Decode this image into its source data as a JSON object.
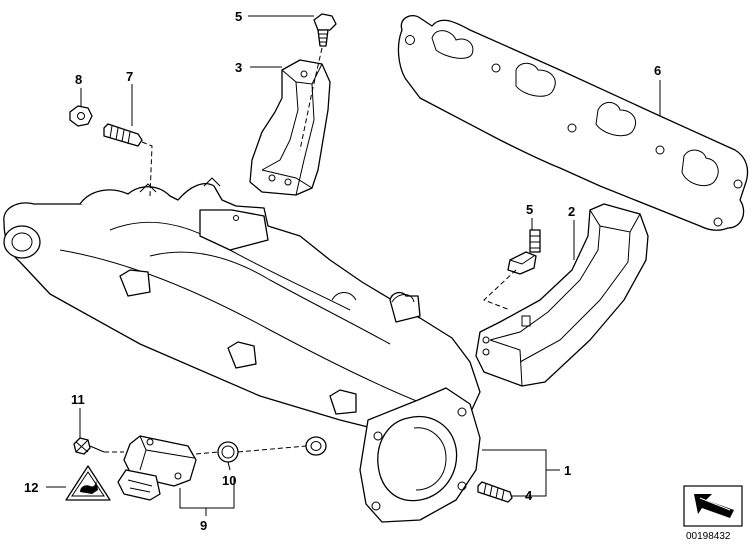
{
  "diagram": {
    "callouts": [
      {
        "id": "c1",
        "text": "1"
      },
      {
        "id": "c2",
        "text": "2"
      },
      {
        "id": "c3",
        "text": "3"
      },
      {
        "id": "c4",
        "text": "4"
      },
      {
        "id": "c5a",
        "text": "5"
      },
      {
        "id": "c5b",
        "text": "5"
      },
      {
        "id": "c6",
        "text": "6"
      },
      {
        "id": "c7",
        "text": "7"
      },
      {
        "id": "c8",
        "text": "8"
      },
      {
        "id": "c9",
        "text": "9"
      },
      {
        "id": "c10",
        "text": "10"
      },
      {
        "id": "c11",
        "text": "11"
      },
      {
        "id": "c12",
        "text": "12"
      }
    ],
    "document_number": "00198432"
  }
}
